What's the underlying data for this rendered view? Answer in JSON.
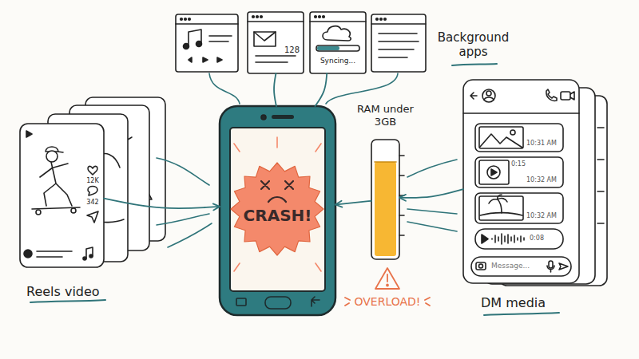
{
  "diagram": {
    "nodes": [
      {
        "text": [
          "128"
        ]
      },
      {
        "text": [
          "Syncing..."
        ]
      },
      {
        "text": [
          "12K",
          "342",
          "Reels video"
        ]
      },
      {
        "text": [
          "CRASH!"
        ]
      },
      {
        "text": [
          "RAM under 3GB"
        ]
      },
      {
        "text": [
          "DM media"
        ]
      },
      {
        "text": [
          "10:31 AM"
        ],
        "in": 5
      },
      {
        "text": [
          "0:15",
          "10:32 AM"
        ],
        "in": 5
      },
      {
        "text": [
          "10:32 AM"
        ],
        "in": 5
      },
      {
        "text": [
          "0:08"
        ],
        "in": 5
      },
      {
        "text": [
          "Message..."
        ],
        "in": 5
      }
    ],
    "edges": [
      {
        "from": 0,
        "to": 3,
        "arrow": "none"
      },
      {
        "from": 1,
        "to": 3,
        "arrow": "none"
      },
      {
        "from": 2,
        "to": 3,
        "arrow": "to"
      },
      {
        "from": 4,
        "to": 3,
        "arrow": "to"
      },
      {
        "from": 5,
        "to": 4,
        "arrow": "to"
      }
    ],
    "labels": [
      "Background apps",
      "OVERLOAD!"
    ]
  }
}
